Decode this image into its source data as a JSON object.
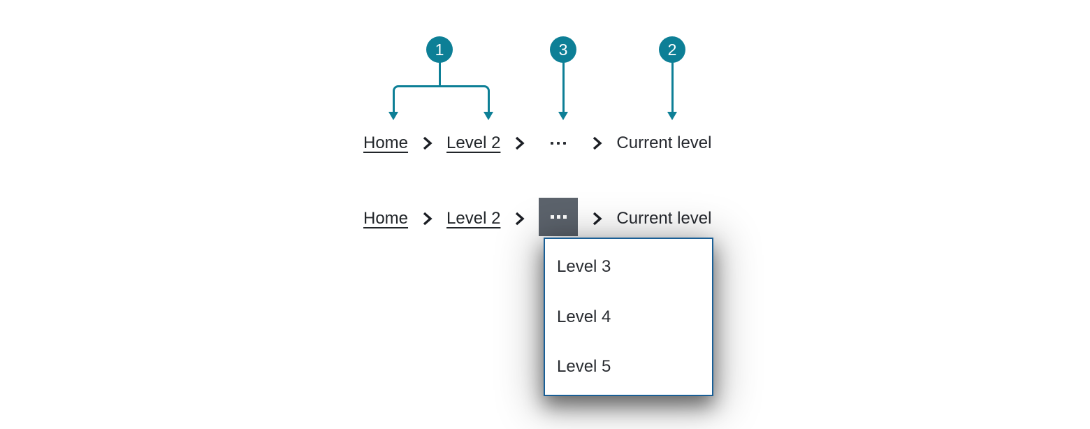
{
  "figure": {
    "description": "Breadcrumb component with numbered callout annotations, shown collapsed and with overflow menu expanded"
  },
  "colors": {
    "background": "#ffffff",
    "annotation_teal": "#0d7f96",
    "badge_text": "#ffffff",
    "breadcrumb_text": "#212529",
    "separator_chevron": "#1b1e24",
    "overflow_button_bg": "#5c636c",
    "overflow_button_dots": "#ffffff",
    "menu_border": "#1a5f96",
    "menu_bg": "#ffffff",
    "menu_text": "#282b30"
  },
  "callouts": [
    {
      "label": "1",
      "points_to": "Home and Level 2 links"
    },
    {
      "label": "3",
      "points_to": "overflow ellipsis"
    },
    {
      "label": "2",
      "points_to": "Current level"
    }
  ],
  "icons": {
    "separator": "chevron-right-icon",
    "overflow": "ellipsis-icon"
  },
  "breadcrumbs": [
    {
      "state": "collapsed",
      "home": "Home",
      "level2": "Level 2",
      "current": "Current level"
    },
    {
      "state": "expanded",
      "home": "Home",
      "level2": "Level 2",
      "current": "Current level"
    }
  ],
  "overflow_menu": {
    "items": [
      {
        "label": "Level 3"
      },
      {
        "label": "Level 4"
      },
      {
        "label": "Level 5"
      }
    ]
  }
}
